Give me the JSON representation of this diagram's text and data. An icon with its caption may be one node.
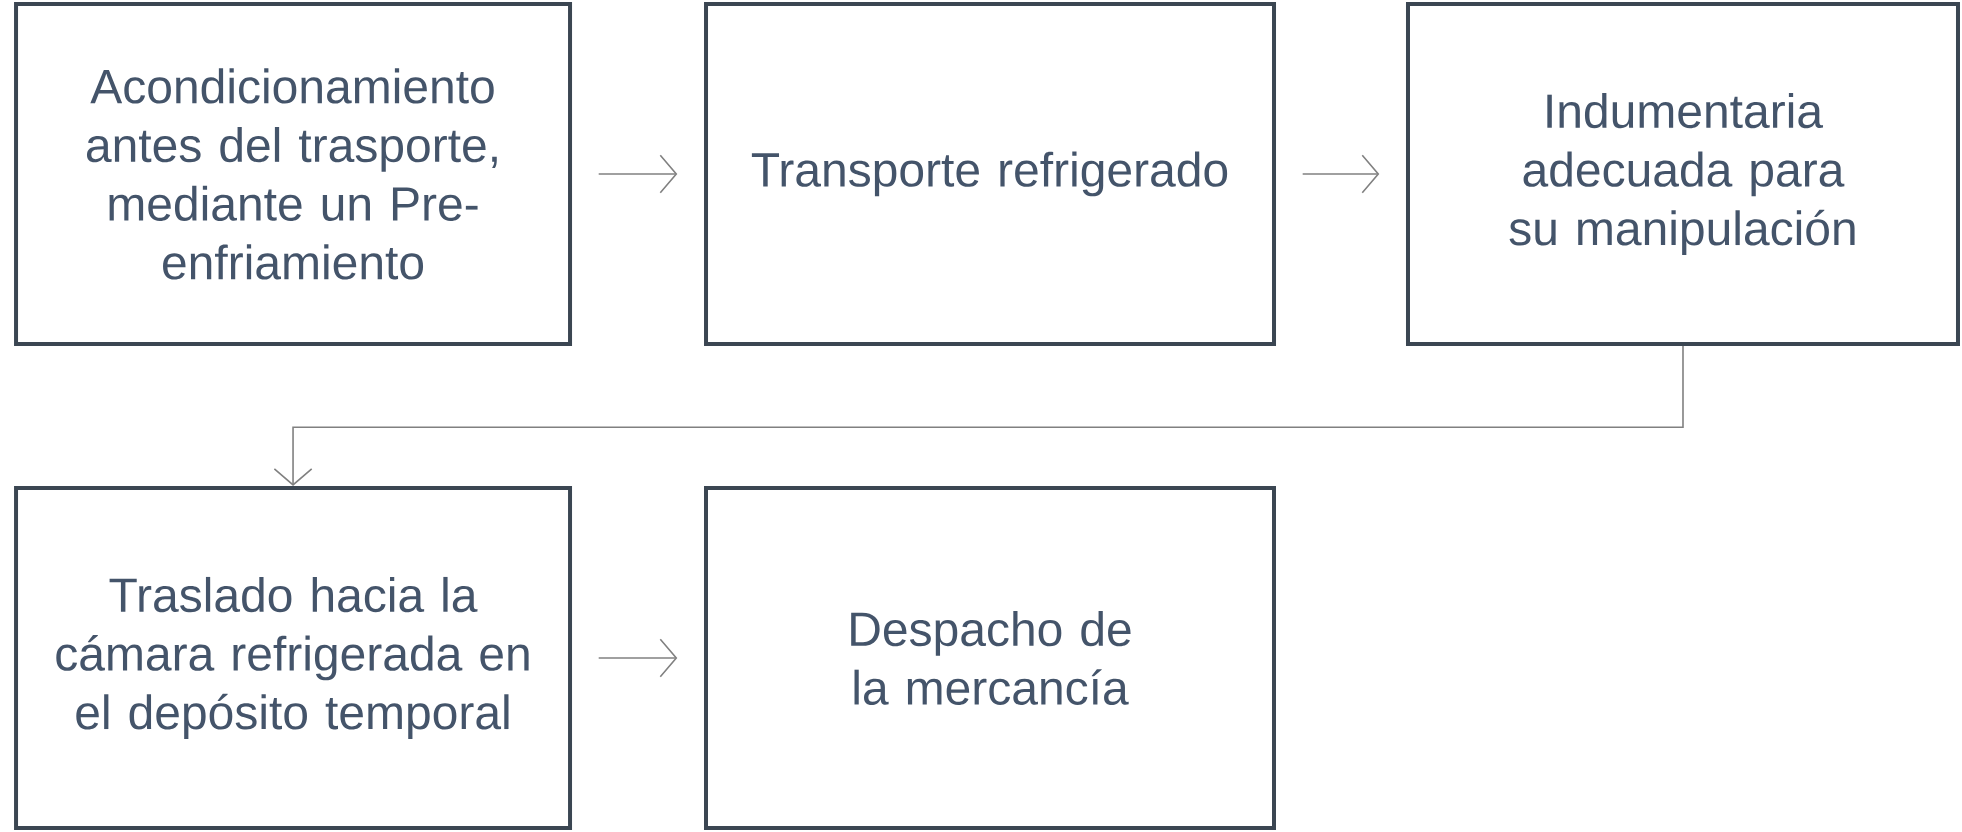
{
  "diagram": {
    "nodes": [
      {
        "text": [
          "Acondicionamiento antes del trasporte, mediante un Pre-enfriamiento"
        ]
      },
      {
        "text": [
          "Transporte refrigerado"
        ]
      },
      {
        "text": [
          "Indumentaria adecuada para su manipulación"
        ]
      },
      {
        "text": [
          "Traslado hacia la cámara refrigerada en el depósito temporal"
        ]
      },
      {
        "text": [
          "Despacho de la mercancía"
        ]
      }
    ],
    "edges": [
      {
        "from": 0,
        "to": 1,
        "arrow": "to"
      },
      {
        "from": 1,
        "to": 2,
        "arrow": "to"
      },
      {
        "from": 2,
        "to": 3,
        "arrow": "to"
      },
      {
        "from": 3,
        "to": 4,
        "arrow": "to"
      }
    ]
  }
}
